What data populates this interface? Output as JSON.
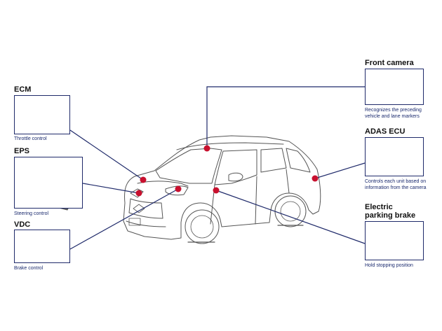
{
  "components": {
    "ecm": {
      "title": "ECM",
      "caption": "Throttle control"
    },
    "eps": {
      "title": "EPS",
      "caption": "Steering control"
    },
    "vdc": {
      "title": "VDC",
      "caption": "Brake control"
    },
    "camera": {
      "title": "Front camera",
      "caption": "Recognizes the preceding vehicle and lane markers"
    },
    "adas": {
      "title": "ADAS ECU",
      "caption": "Controls each unit based on information from the camera"
    },
    "epb": {
      "title_line1": "Electric",
      "title_line2": "parking brake",
      "caption": "Hold stopping position"
    }
  },
  "colors": {
    "line": "#1f2a6a",
    "dot": "#c8102e",
    "caption": "#1a2a6e",
    "car": "#555555"
  }
}
